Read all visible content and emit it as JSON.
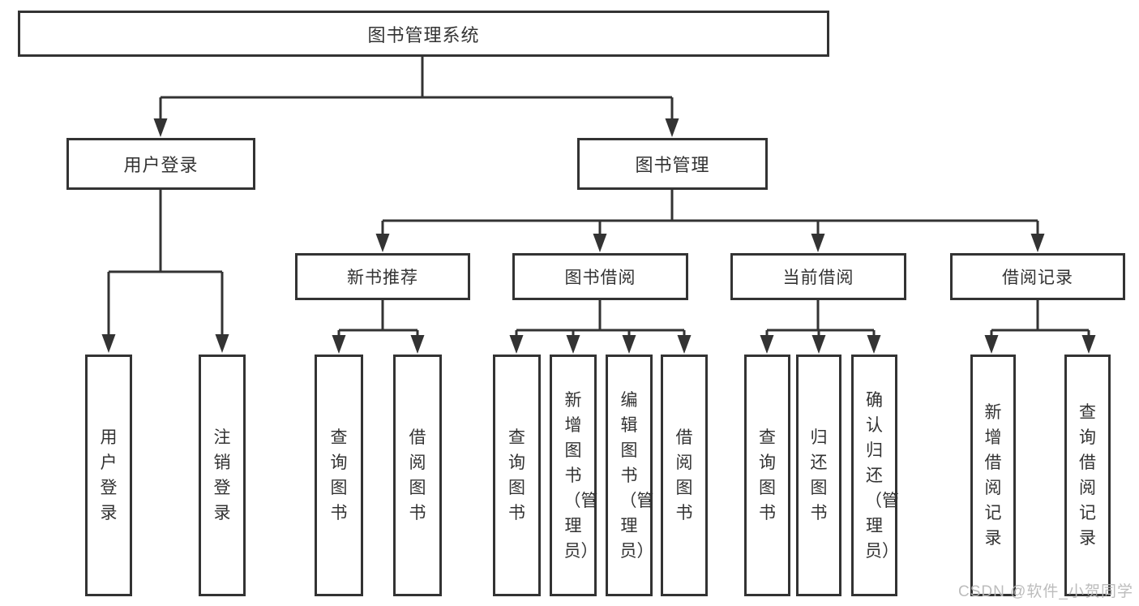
{
  "tree": {
    "root": {
      "label": "图书管理系统"
    },
    "branches": [
      {
        "label": "用户登录",
        "children": [
          {
            "label": "用户登录"
          },
          {
            "label": "注销登录"
          }
        ]
      },
      {
        "label": "图书管理",
        "children": [
          {
            "label": "新书推荐",
            "children": [
              {
                "label": "查询图书"
              },
              {
                "label": "借阅图书"
              }
            ]
          },
          {
            "label": "图书借阅",
            "children": [
              {
                "label": "查询图书"
              },
              {
                "label": "新增图书（管理员）"
              },
              {
                "label": "编辑图书（管理员）"
              },
              {
                "label": "借阅图书"
              }
            ]
          },
          {
            "label": "当前借阅",
            "children": [
              {
                "label": "查询图书"
              },
              {
                "label": "归还图书"
              },
              {
                "label": "确认归还（管理员）"
              }
            ]
          },
          {
            "label": "借阅记录",
            "children": [
              {
                "label": "新增借阅记录"
              },
              {
                "label": "查询借阅记录"
              }
            ]
          }
        ]
      }
    ]
  },
  "watermark": "CSDN @软件_小贺同学",
  "colors": {
    "line": "#333333",
    "text": "#333333",
    "box_background": "#ffffff",
    "page_background": "#ffffff",
    "watermark": "#b8b8b8"
  }
}
